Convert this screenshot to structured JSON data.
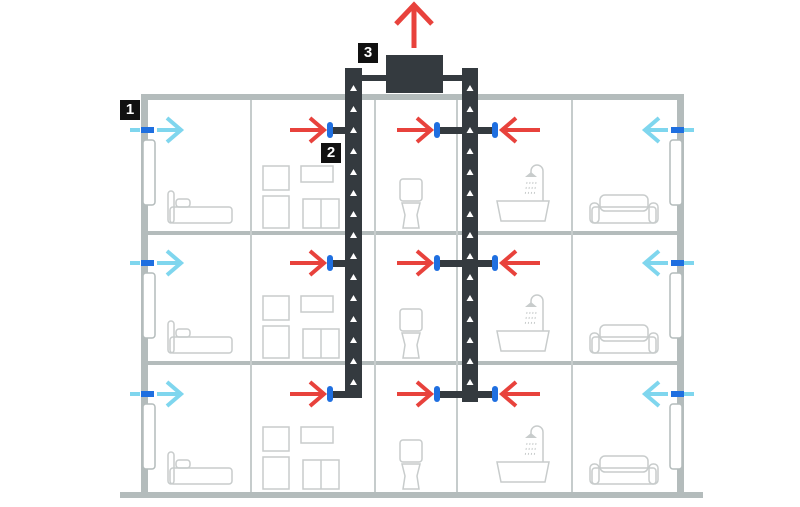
{
  "diagram": {
    "labels": {
      "supply_vent": "1",
      "extract_valve": "2",
      "exhaust_unit": "3"
    },
    "floors": 3,
    "rooms": [
      "bedroom",
      "kitchen",
      "toilet",
      "bathroom",
      "living-room"
    ],
    "colors": {
      "structure": "#b4bcbc",
      "partition": "#c6cccc",
      "duct": "#343a3f",
      "extract_arrow": "#e8423c",
      "supply_arrow": "#7fd6ee",
      "valve": "#1f6fe0",
      "furniture": "#c8cccc"
    }
  }
}
